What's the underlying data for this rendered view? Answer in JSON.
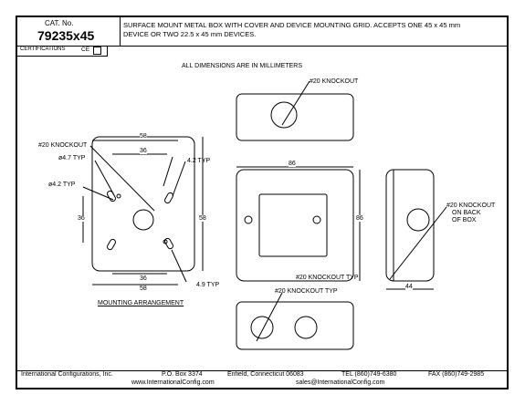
{
  "title_block": {
    "cat_label": "CAT. No.",
    "cat_number": "79235x45",
    "description_line1": "SURFACE MOUNT METAL BOX WITH COVER AND DEVICE MOUNTING GRID. ACCEPTS ONE 45 x 45 mm",
    "description_line2": "DEVICE OR TWO 22.5 x 45 mm DEVICES.",
    "certifications_label": "CERTIFICATIONS",
    "ce_mark": "CE"
  },
  "drawing": {
    "units_note": "ALL DIMENSIONS ARE IN MILLIMETERS",
    "knockout_top": "#20 KNOCKOUT",
    "knockout_left": "#20 KNOCKOUT",
    "hole_47": "ø4.7 TYP",
    "hole_42_left": "ø4.2 TYP",
    "hole_42_right": "4.2 TYP",
    "hole_49": "4.9 TYP",
    "dim_58_top": "58",
    "dim_36_top": "36",
    "dim_36_left": "36",
    "dim_58_right": "58",
    "dim_36_bottom": "36",
    "dim_58_bottom": "58",
    "dim_86_top": "86",
    "dim_86_right": "86",
    "dim_44": "44",
    "knockout_back_1": "#20 KNOCKOUT",
    "knockout_back_2": "ON BACK",
    "knockout_back_3": "OF BOX",
    "knockout_typ_mid": "#20 KNOCKOUT TYP",
    "knockout_typ_bottom": "#20 KNOCKOUT TYP",
    "mounting_label": "MOUNTING ARRANGEMENT"
  },
  "footer": {
    "company": "International Configurations, Inc.",
    "po_box": "P.O. Box 3374",
    "city": "Enfield, Connecticut 06083",
    "tel": "TEL (860)749-6380",
    "fax": "FAX (860)749-2985",
    "website": "www.InternationalConfig.com",
    "email": "sales@InternationalConfig.com"
  }
}
